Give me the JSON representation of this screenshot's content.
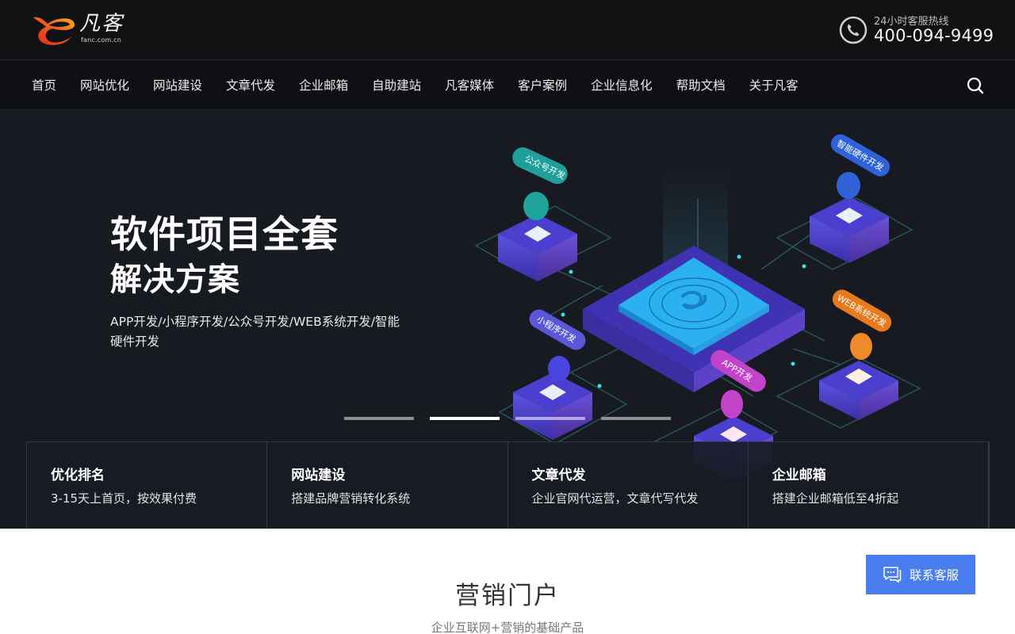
{
  "header": {
    "logo": {
      "brand": "凡客",
      "domain": "fanc.com.cn"
    },
    "hotline": {
      "label": "24小时客服热线",
      "number": "400-094-9499",
      "icon": "phone-icon"
    }
  },
  "nav": {
    "items": [
      {
        "label": "首页"
      },
      {
        "label": "网站优化"
      },
      {
        "label": "网站建设"
      },
      {
        "label": "文章代发"
      },
      {
        "label": "企业邮箱"
      },
      {
        "label": "自助建站"
      },
      {
        "label": "凡客媒体"
      },
      {
        "label": "客户案例"
      },
      {
        "label": "企业信息化"
      },
      {
        "label": "帮助文档"
      },
      {
        "label": "关于凡客"
      }
    ],
    "search_icon": "search-icon"
  },
  "hero": {
    "title": "软件项目全套",
    "subtitle": "解决方案",
    "description": "APP开发/小程序开发/公众号开发/WEB系统开发/智能硬件开发",
    "illustration_tags": [
      {
        "label": "公众号开发",
        "color": "#1f9e9a"
      },
      {
        "label": "智能硬件开发",
        "color": "#2f62d6"
      },
      {
        "label": "小程序开发",
        "color": "#5a57d8"
      },
      {
        "label": "APP开发",
        "color": "#c043c9"
      },
      {
        "label": "WEB系统开发",
        "color": "#e87a1e"
      }
    ],
    "slides": {
      "count": 4,
      "active_index": 1
    }
  },
  "features": [
    {
      "title": "优化排名",
      "desc": "3-15天上首页，按效果付费"
    },
    {
      "title": "网站建设",
      "desc": "搭建品牌营销转化系统"
    },
    {
      "title": "文章代发",
      "desc": "企业官网代运营，文章代写代发"
    },
    {
      "title": "企业邮箱",
      "desc": "搭建企业邮箱低至4折起"
    }
  ],
  "section": {
    "title": "营销门户",
    "subtitle": "企业互联网+营销的基础产品"
  },
  "contact": {
    "label": "联系客服",
    "color": "#4a7ef0"
  },
  "colors": {
    "header_bg": "#111214",
    "hero_bg": "#171a21",
    "accent_blue": "#4a7ef0",
    "logo_red": "#e03a1e",
    "logo_orange": "#f6a21b"
  }
}
